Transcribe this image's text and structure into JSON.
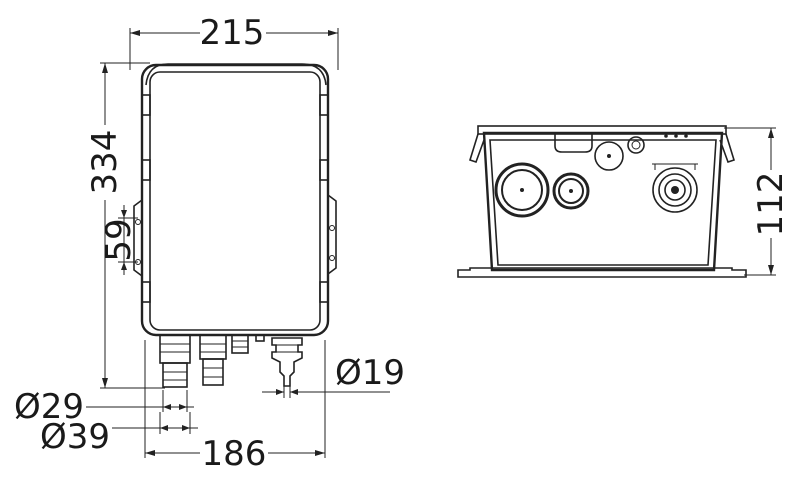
{
  "front_view": {
    "dim_width_top": "215",
    "dim_height_left": "334",
    "dim_bracket": "59",
    "dim_port_small": "Ø29",
    "dim_port_large": "Ø39",
    "dim_outlet": "Ø19",
    "dim_width_bottom": "186"
  },
  "side_view": {
    "dim_height_right": "112"
  }
}
